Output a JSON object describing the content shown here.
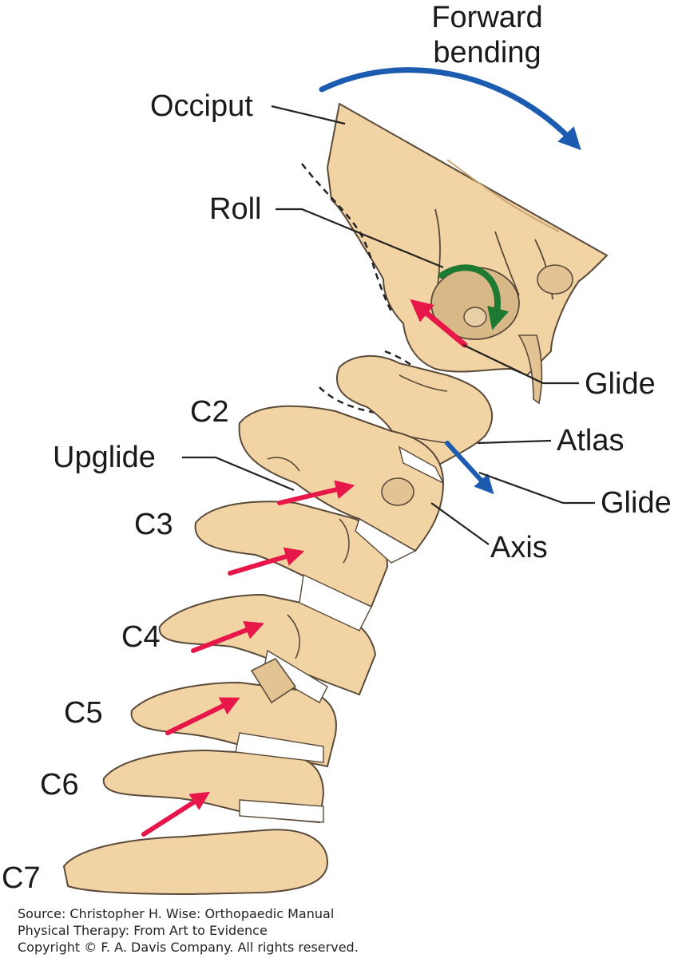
{
  "labels": {
    "forward_bending_line1": "Forward",
    "forward_bending_line2": "bending",
    "occiput": "Occiput",
    "roll": "Roll",
    "glide_upper": "Glide",
    "atlas": "Atlas",
    "glide_lower": "Glide",
    "axis": "Axis",
    "upglide": "Upglide",
    "c2": "C2",
    "c3": "C3",
    "c4": "C4",
    "c5": "C5",
    "c6": "C6",
    "c7": "C7"
  },
  "source": {
    "line1": "Source: Christopher H. Wise: Orthopaedic Manual",
    "line2": "Physical Therapy: From Art to Evidence",
    "line3": "Copyright © F. A. Davis Company. All rights reserved."
  },
  "colors": {
    "bone": "#f2d3a4",
    "bone_outline": "#5a4a3a",
    "disc": "#ffffff",
    "red_arrow": "#e8174a",
    "blue_arrow": "#1c5cb0",
    "green_arrow": "#1e7a32",
    "leader_line": "#222222"
  }
}
